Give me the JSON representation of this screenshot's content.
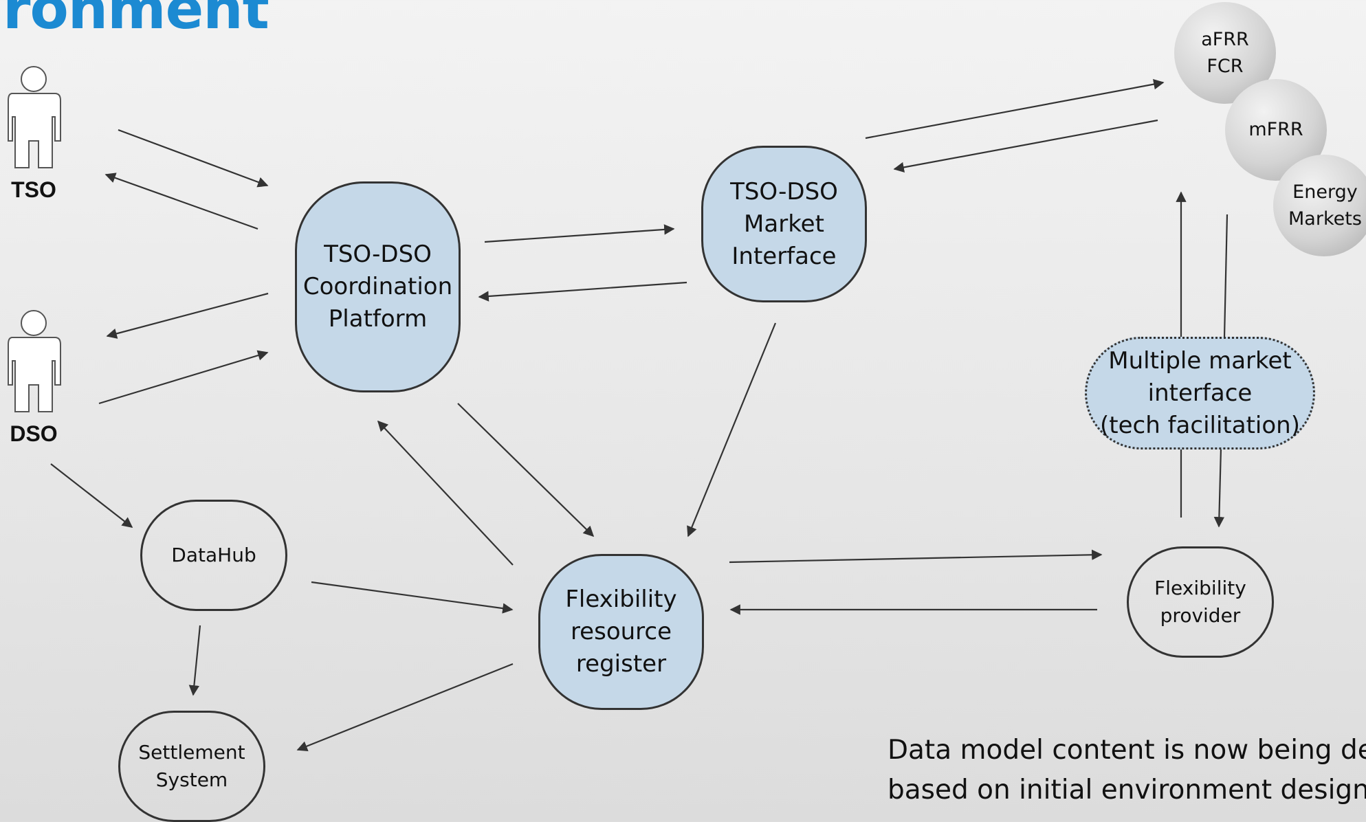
{
  "title": "ronment",
  "actors": {
    "tso": "TSO",
    "dso": "DSO"
  },
  "nodes": {
    "coordination_platform": "TSO-DSO\nCoordination\nPlatform",
    "market_interface": "TSO-DSO\nMarket\nInterface",
    "flexibility_register": "Flexibility\nresource\nregister",
    "datahub": "DataHub",
    "settlement_system": "Settlement\nSystem",
    "flexibility_provider": "Flexibility\nprovider",
    "multiple_market_interface": "Multiple market\ninterface\n(tech facilitation)"
  },
  "markets": {
    "afrr_fcr": "aFRR\nFCR",
    "mfrr": "mFRR",
    "energy_markets": "Energy\nMarkets"
  },
  "note": {
    "line1": "Data model content is now being de",
    "line2": "based on initial environment design"
  },
  "colors": {
    "title": "#1c8ad2",
    "node_fill": "#c5d8e8",
    "stroke": "#333333"
  }
}
